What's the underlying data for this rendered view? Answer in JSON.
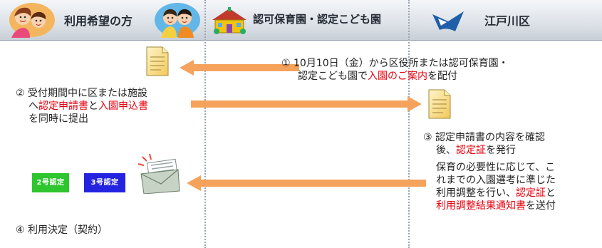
{
  "header": {
    "col1_title": "利用希望の方",
    "col2_title": "認可保育園・認定こども園",
    "col3_title": "江戸川区"
  },
  "steps": {
    "s1": {
      "line1": "① 10月10日（金）から区役所または認可保育園・",
      "line2_pre": "認定こども園で",
      "line2_red": "入園のご案内",
      "line2_post": "を配付"
    },
    "s2": {
      "line1": "② 受付期間中に区または施設",
      "line2_pre": "へ",
      "line2_red1": "認定申請書",
      "line2_mid": "と",
      "line2_red2": "入園申込書",
      "line3": "を同時に提出"
    },
    "s3": {
      "line1": "③ 認定申請書の内容を確認",
      "line2_pre": "後、",
      "line2_red": "認定証",
      "line2_post": "を発行"
    },
    "note": {
      "line1": "保育の必要性に応じて、こ",
      "line2": "れまでの入園選考に準じた",
      "line3_pre": "利用調整を行い、",
      "line3_red": "認定証",
      "line3_post": "と",
      "line4_red": "利用調整結果通知書",
      "line4_post": "を送付"
    },
    "s4": {
      "line1": "④ 利用決定（契約）"
    }
  },
  "badges": {
    "green": "2号認定",
    "blue": "3号認定"
  },
  "colors": {
    "arrow": "#f5a25c",
    "text_red": "#e8000d",
    "badge_green": "#2ec52e",
    "badge_blue": "#2424e0"
  },
  "icons": [
    "family-icon",
    "children-icon",
    "building-icon",
    "city-emblem-icon",
    "document-icon",
    "envelope-icon"
  ]
}
